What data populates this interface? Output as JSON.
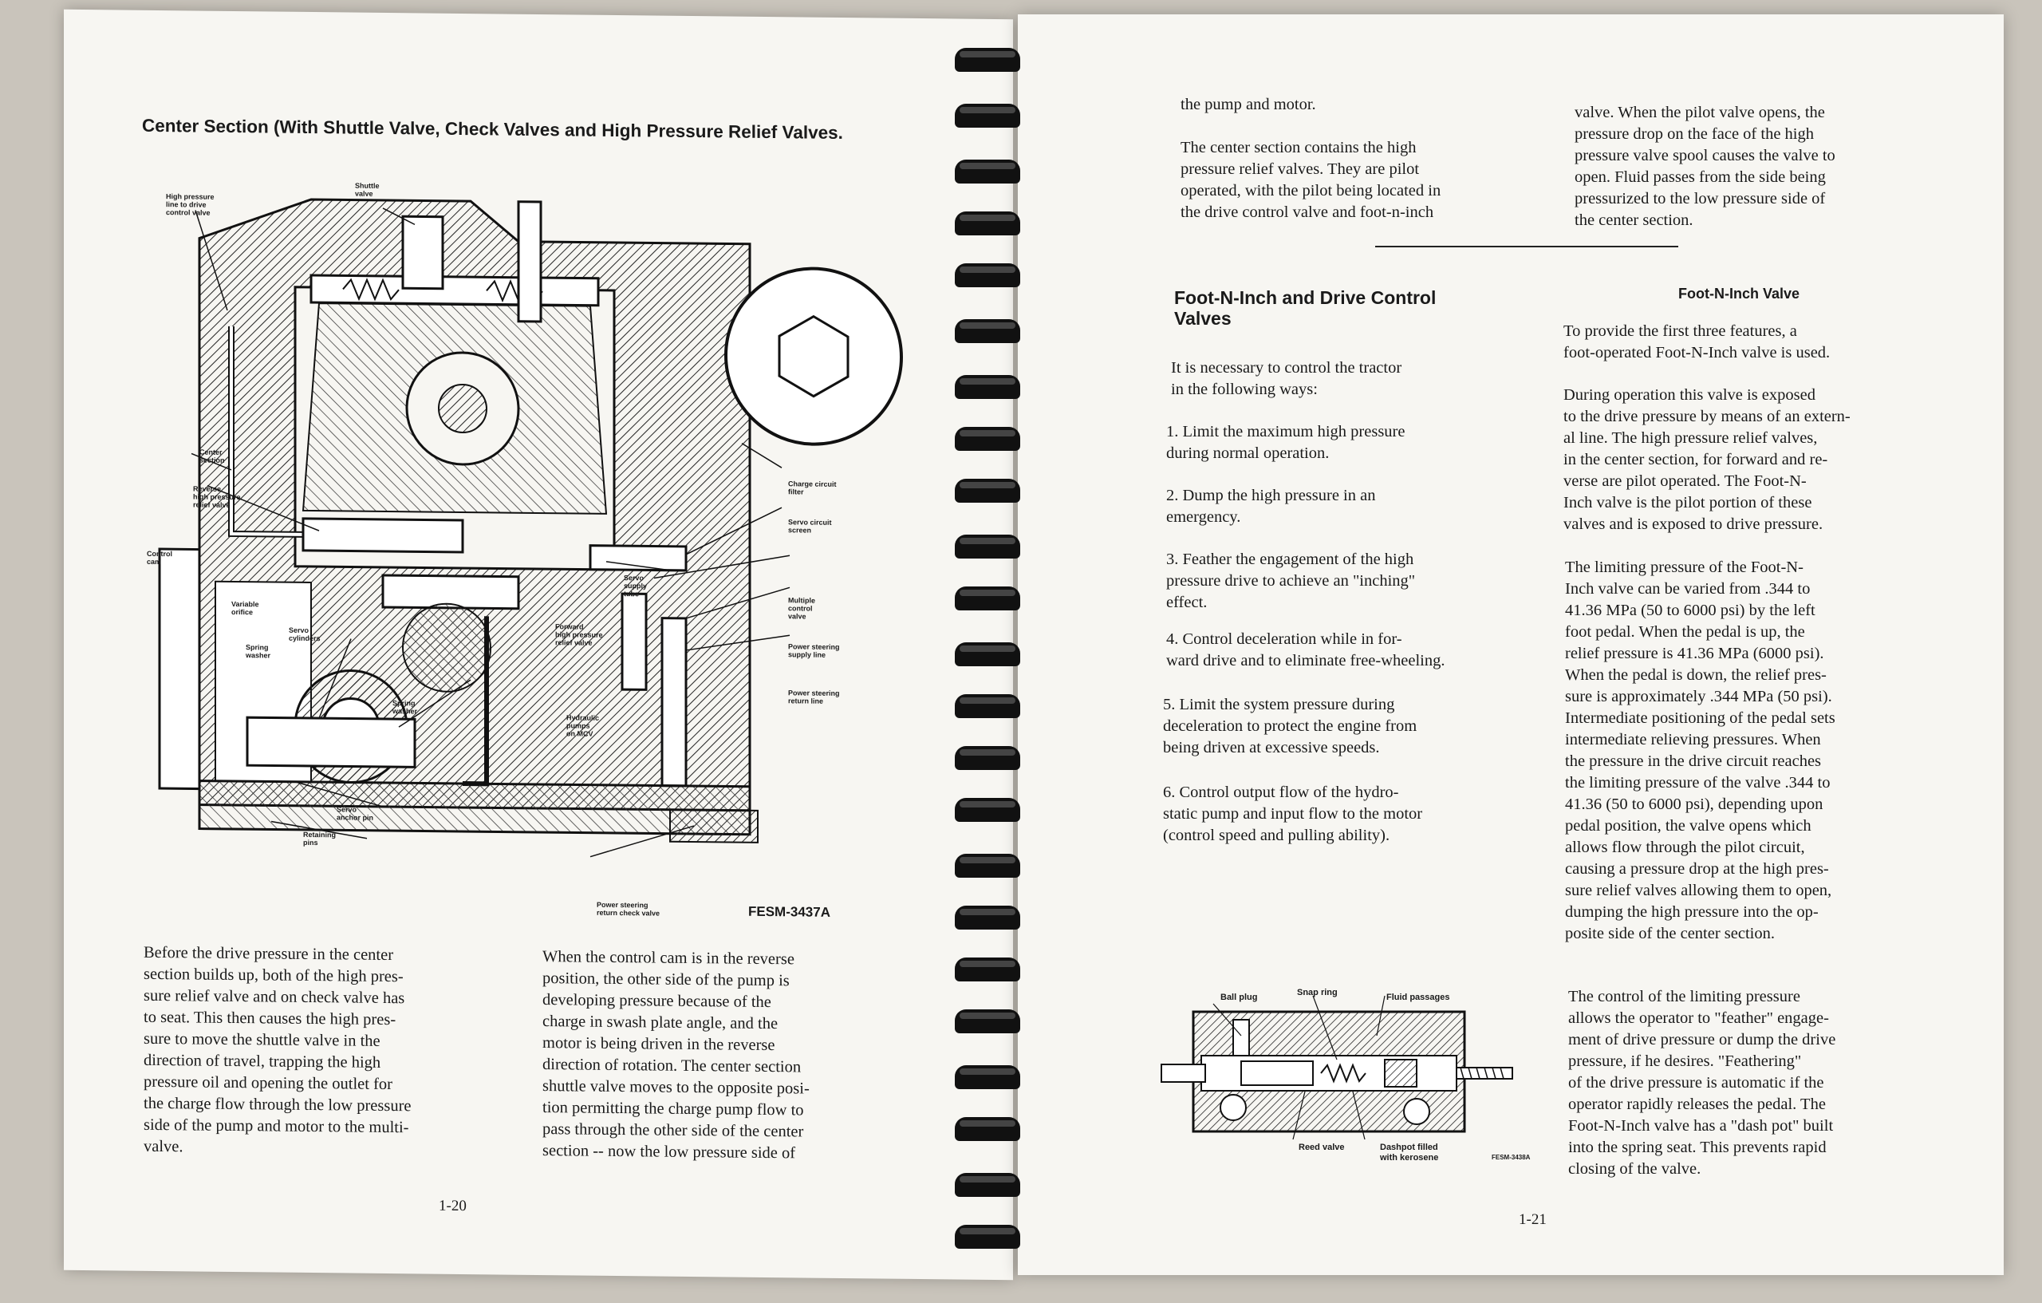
{
  "left_page": {
    "figure_title": "Center Section (With Shuttle Valve, Check Valves and High Pressure Relief Valves.",
    "figure_id": "FESM-3437A",
    "callouts": [
      "High pressure\nline to drive\ncontrol valve",
      "Shuttle\nvalve",
      "Center\nsection",
      "Reverse\nhigh pressure\nrelief valve",
      "Control\ncam",
      "Variable\norifice",
      "Spring\nwasher",
      "Servo\ncylinders",
      "Spring\nwasher",
      "Servo\nanchor pin",
      "Retaining\npins",
      "Forward\nhigh pressure\nrelief valve",
      "Servo\nsupply\ntube",
      "Charge circuit\nfilter",
      "Servo circuit\nscreen",
      "Multiple\ncontrol\nvalve",
      "Power steering\nsupply line",
      "Power steering\nreturn line",
      "Hydraulic\npumps\non MCV",
      "Power steering\nreturn check valve"
    ],
    "col1": "Before the drive pressure in the center\nsection builds up, both of the high pres-\nsure relief valve and on check valve has\nto seat. This then causes the high pres-\nsure to move the shuttle valve in the\ndirection of travel, trapping the high\npressure oil and opening the outlet for\nthe charge flow through the low pressure\nside of the pump and motor to the multi-\nvalve.",
    "col2": "When the control cam is in the reverse\nposition, the other side of the pump is\ndeveloping pressure because of the\ncharge in swash plate angle, and the\nmotor is being driven in the reverse\ndirection of rotation. The center section\nshuttle valve moves to the opposite posi-\ntion permitting the charge pump flow to\npass through the other side of the center\nsection -- now the low pressure side of",
    "page_number": "1-20"
  },
  "right_page": {
    "col1_top": "the pump and motor.\n\n    The center section contains the high\npressure relief valves. They are pilot\noperated, with the pilot being located in\nthe drive control valve and foot-n-inch",
    "heading": "Foot-N-Inch and Drive Control\nValves",
    "intro": "    It is necessary to control the tractor\nin the following ways:",
    "list": [
      "    1. Limit the maximum high pressure\nduring normal operation.",
      "    2. Dump the high pressure in an\nemergency.",
      "    3. Feather the engagement of the high\npressure drive to achieve an \"inching\"\neffect.",
      "    4. Control deceleration while in for-\nward drive and to eliminate free-wheeling.",
      "    5. Limit the system pressure during\ndeceleration to protect the engine from\nbeing driven at excessive speeds.",
      "    6. Control output flow of the hydro-\nstatic pump and input flow to the motor\n(control speed and pulling ability)."
    ],
    "col2_top": "valve. When the pilot valve opens, the\npressure drop on the face of the high\npressure valve spool causes the valve to\nopen. Fluid passes from the side being\npressurized to the low pressure side of\nthe center section.",
    "subheading": "Foot-N-Inch Valve",
    "p1": "    To provide the first three features, a\nfoot-operated Foot-N-Inch valve is used.",
    "p2": "    During operation this valve is exposed\nto the drive pressure by means of an extern-\nal line. The high pressure relief valves,\nin the center section, for forward and re-\nverse are pilot operated. The Foot-N-\nInch valve is the pilot portion of these\nvalves and is exposed to drive pressure.",
    "p3": "    The limiting pressure of the Foot-N-\nInch valve can be varied from .344 to\n41.36 MPa (50 to 6000 psi) by the left\nfoot pedal. When the pedal is up, the\nrelief pressure is 41.36 MPa (6000 psi).\nWhen the pedal is down, the relief pres-\nsure is approximately .344 MPa (50 psi).\nIntermediate positioning of the pedal sets\nintermediate relieving pressures. When\nthe pressure in the drive circuit reaches\nthe limiting pressure of the valve .344 to\n41.36 (50 to 6000 psi), depending upon\npedal position, the valve opens which\nallows flow through the pilot circuit,\ncausing a pressure drop at the high pres-\nsure relief valves allowing them to open,\ndumping the high pressure into the op-\nposite side of the center section.",
    "p4": "    The control of the limiting pressure\nallows the operator to \"feather\" engage-\nment of drive pressure or dump the drive\npressure, if he desires. \"Feathering\"\nof the drive pressure is automatic if the\noperator rapidly releases the pedal. The\nFoot-N-Inch valve has a \"dash pot\" built\ninto the spring seat. This prevents rapid\nclosing of the valve.",
    "figure2_callouts": {
      "ball_plug": "Ball plug",
      "snap_ring": "Snap ring",
      "fluid_passages": "Fluid passages",
      "reed_valve": "Reed valve",
      "dashpot": "Dashpot filled\nwith kerosene",
      "figure_id": "FESM-3438A"
    },
    "page_number": "1-21"
  }
}
